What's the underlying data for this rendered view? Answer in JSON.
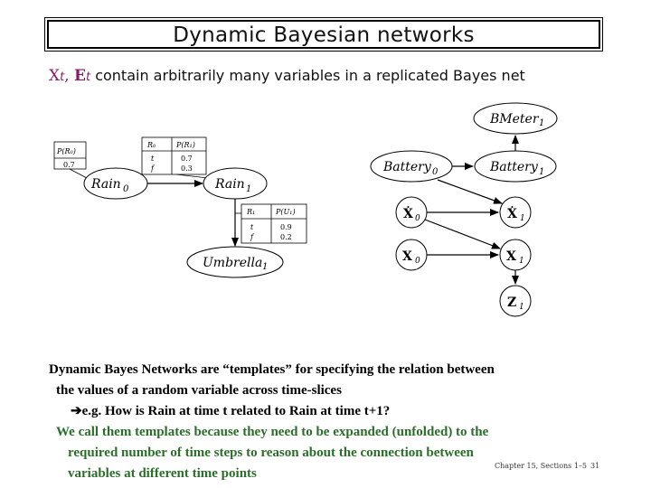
{
  "title": "Dynamic Bayesian networks",
  "subtitle": {
    "x": "X",
    "t1": "t",
    "e": "E",
    "t2": "t",
    "rest": "contain arbitrarily many variables in a replicated Bayes net"
  },
  "umbrella_net": {
    "nodes": {
      "rain0": {
        "name": "Rain",
        "sub": "0"
      },
      "rain1": {
        "name": "Rain",
        "sub": "1"
      },
      "umbrella1": {
        "name": "Umbrella",
        "sub": "1"
      }
    },
    "cpt_prior": {
      "header": "P(R₀)",
      "value": "0.7"
    },
    "cpt_transition": {
      "h1": "R₀",
      "h2": "P(R₁)",
      "rows": [
        {
          "a": "t",
          "b": "0.7"
        },
        {
          "a": "f",
          "b": "0.3"
        }
      ]
    },
    "cpt_sensor": {
      "h1": "R₁",
      "h2": "P(U₁)",
      "rows": [
        {
          "a": "t",
          "b": "0.9"
        },
        {
          "a": "f",
          "b": "0.2"
        }
      ]
    }
  },
  "robot_net": {
    "bmeter": {
      "name": "BMeter",
      "sub": "1"
    },
    "battery0": {
      "name": "Battery",
      "sub": "0"
    },
    "battery1": {
      "name": "Battery",
      "sub": "1"
    },
    "xdot0": {
      "name": "Ẋ",
      "sub": "0"
    },
    "xdot1": {
      "name": "Ẋ",
      "sub": "1"
    },
    "x0": {
      "name": "X",
      "sub": "0"
    },
    "x1": {
      "name": "X",
      "sub": "1"
    },
    "z1": {
      "name": "Z",
      "sub": "1"
    }
  },
  "body": {
    "line1": "Dynamic Bayes Networks are “templates” for specifying the relation between",
    "line2": "the  values of a random variable across time-slices",
    "arrow": "➔",
    "line3": "e.g. How is Rain at time t related to Rain at time t+1?",
    "line4": "We call them templates because they need to be expanded (unfolded) to the",
    "line5": "required number of time steps to reason about the connection between",
    "line6": "variables at different time points"
  },
  "footer": {
    "chapter": "Chapter 15, Sections 1–5",
    "page": "31"
  },
  "colors": {
    "accent": "#8b1a6b",
    "green": "#2a6e2a"
  }
}
